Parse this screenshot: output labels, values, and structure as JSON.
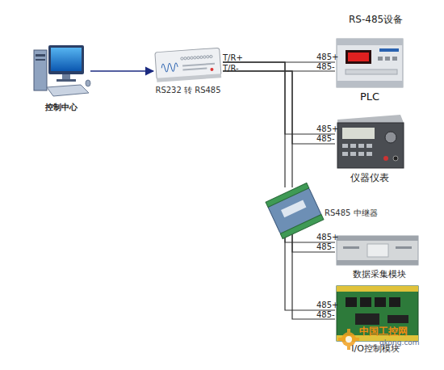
{
  "diagram": {
    "nodes": [
      {
        "text": [
          "控制中心"
        ]
      },
      {
        "text": [
          "RS232 转 RS485"
        ]
      },
      {
        "text": [
          "PLC"
        ]
      },
      {
        "text": [
          "仪器仪表"
        ]
      },
      {
        "text": [
          "RS485 中继器"
        ]
      },
      {
        "text": [
          "数据采集模块"
        ]
      },
      {
        "text": [
          "I/O控制模块"
        ]
      }
    ],
    "edges": [
      {
        "from": 0,
        "to": 1,
        "arrow": "to"
      },
      {
        "from": 1,
        "to": 2,
        "arrow": "none"
      },
      {
        "from": 1,
        "to": 3,
        "arrow": "none"
      },
      {
        "from": 1,
        "to": 4,
        "arrow": "none"
      },
      {
        "from": 4,
        "to": 5,
        "arrow": "none"
      },
      {
        "from": 4,
        "to": 6,
        "arrow": "none"
      }
    ],
    "labels": [
      "RS-485设备",
      "T/R+",
      "T/R-",
      "485+",
      "485-",
      "485+",
      "485-",
      "485+",
      "485-",
      "485+",
      "485-",
      "中国工控网",
      "gkong.com"
    ]
  }
}
